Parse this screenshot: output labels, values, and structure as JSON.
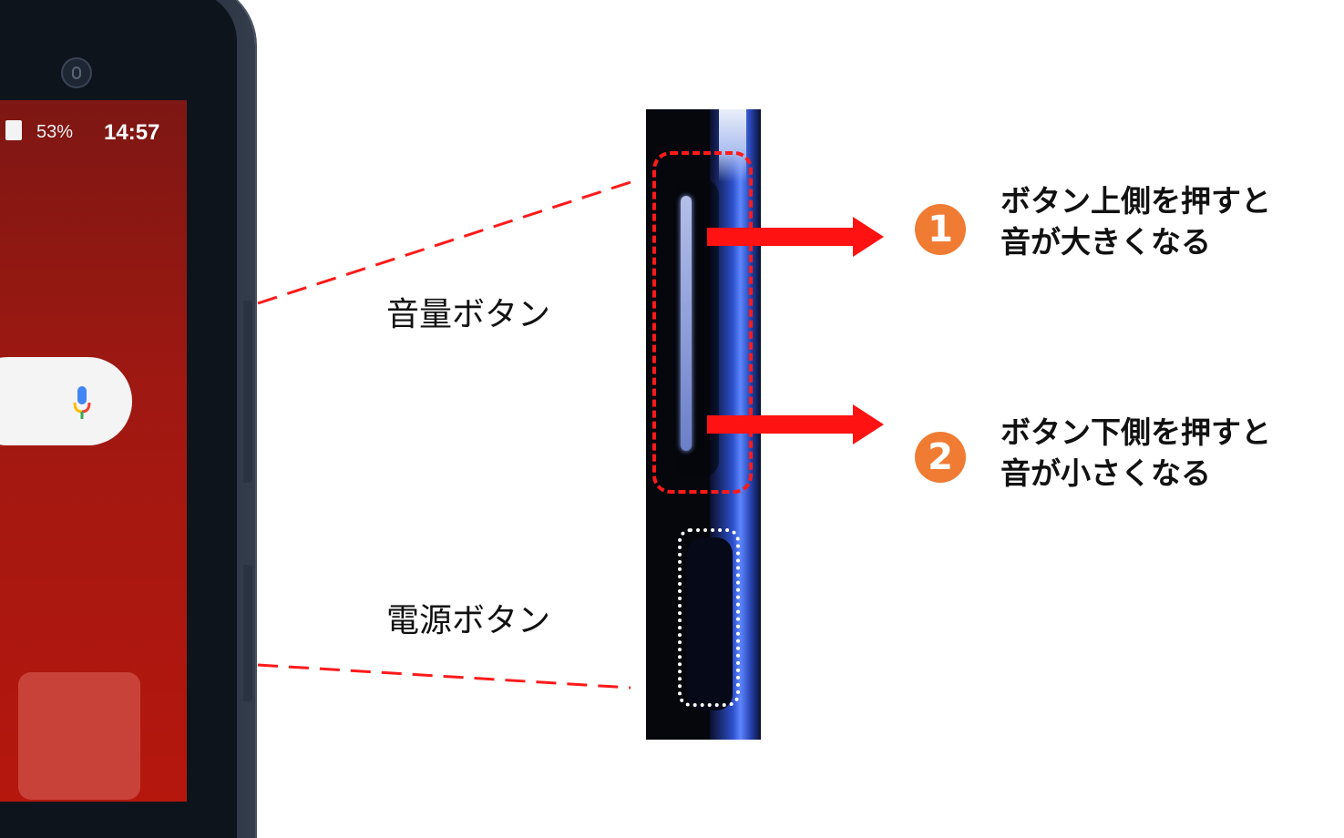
{
  "status_bar": {
    "battery_percent": "53%",
    "time": "14:57"
  },
  "labels": {
    "volume_button": "音量ボタン",
    "power_button": "電源ボタン"
  },
  "steps": [
    {
      "number": "1",
      "line1": "ボタン上側を押すと",
      "line2": "音が大きくなる"
    },
    {
      "number": "2",
      "line1": "ボタン下側を押すと",
      "line2": "音が小さくなる"
    }
  ],
  "colors": {
    "accent_red": "#ff1212",
    "badge_orange": "#f07c34",
    "screen_red": "#b5170d"
  }
}
